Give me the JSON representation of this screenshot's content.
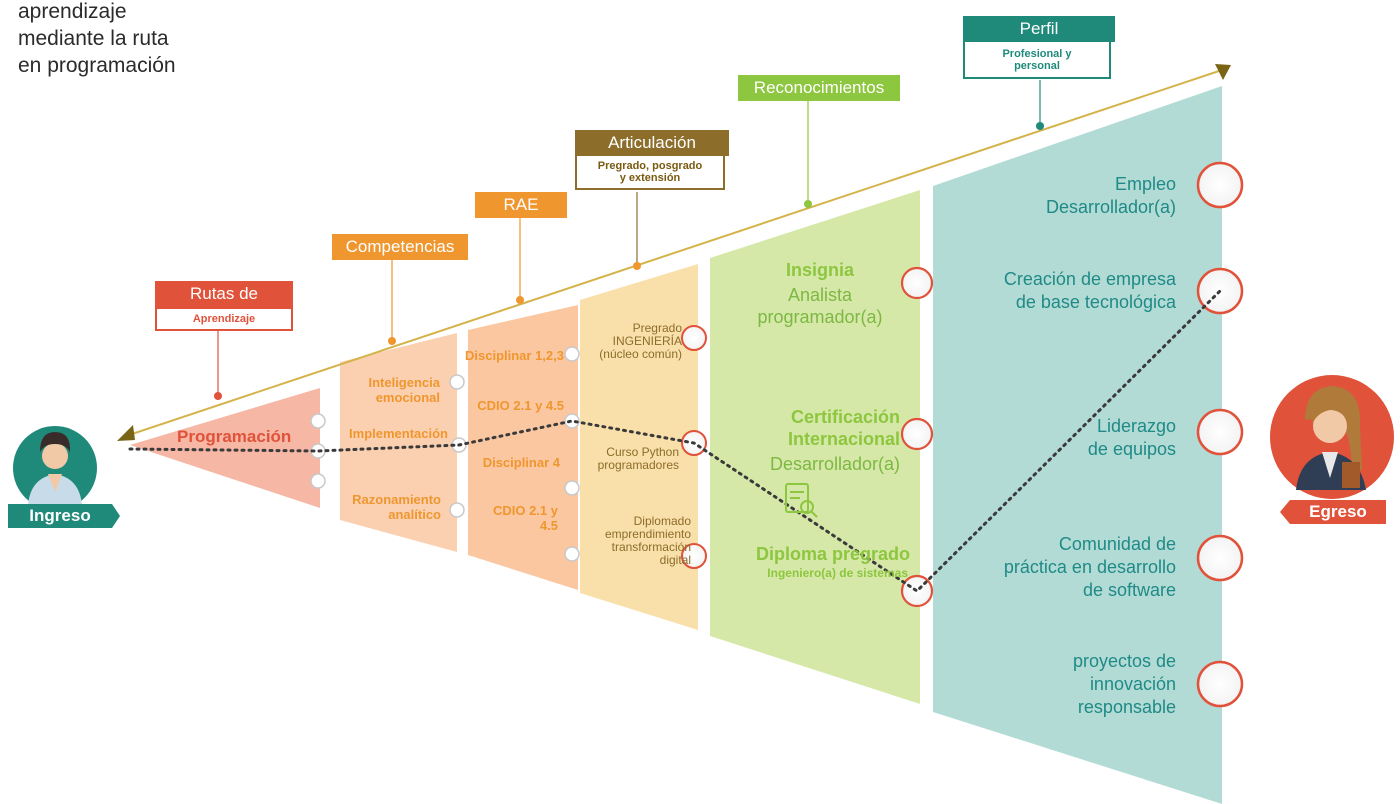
{
  "intro": [
    "aprendizaje",
    "mediante la ruta",
    "en programación"
  ],
  "headers": {
    "rutas": {
      "title": "Rutas de",
      "sub": "Aprendizaje"
    },
    "competencias": {
      "title": "Competencias"
    },
    "rae": {
      "title": "RAE"
    },
    "articulacion": {
      "title": "Articulación",
      "sub1": "Pregrado, posgrado",
      "sub2": "y extensión"
    },
    "reconocimientos": {
      "title": "Reconocimientos"
    },
    "perfil": {
      "title": "Perfil",
      "sub1": "Profesional y",
      "sub2": "personal"
    }
  },
  "stages": {
    "programacion": "Programación",
    "competencias": {
      "item1": [
        "Inteligencia",
        "emocional"
      ],
      "item2": "Implementación",
      "item3": [
        "Razonamiento",
        "analítico"
      ]
    },
    "rae": {
      "item1": "Disciplinar 1,2,3",
      "item2": "CDIO 2.1 y 4.5",
      "item3": "Disciplinar 4",
      "item4": [
        "CDIO 2.1 y",
        "4.5"
      ]
    },
    "articulacion": {
      "item1": [
        "Pregrado",
        "INGENIERÍA",
        "(núcleo común)"
      ],
      "item2": [
        "Curso  Python",
        "programadores"
      ],
      "item3": [
        "Diplomado",
        "emprendimiento",
        "transformación",
        "digital"
      ]
    },
    "reconocimientos": {
      "insignia_title": "Insignia",
      "insignia": [
        "Analista",
        "programador(a)"
      ],
      "cert_title": [
        "Certificación",
        "Internacional"
      ],
      "cert": "Desarrollador(a)",
      "diploma_title": "Diploma pregrado",
      "diploma": "Ingeniero(a) de sistemas"
    },
    "perfil": {
      "item1": [
        "Empleo",
        "Desarrollador(a)"
      ],
      "item2": [
        "Creación de empresa",
        "de base tecnológica"
      ],
      "item3": [
        "Liderazgo",
        "de equipos"
      ],
      "item4": [
        "Comunidad de",
        "práctica en desarrollo",
        "de software"
      ],
      "item5": [
        "proyectos de",
        "innovación",
        "responsable"
      ]
    }
  },
  "ingreso": "Ingreso",
  "egreso": "Egreso",
  "colors": {
    "orange": "#f0962e",
    "red": "#e0523a",
    "brown": "#8c6d2a",
    "green": "#8dc63f",
    "teal": "#1f8a7a",
    "arrow": "#d4b34a"
  }
}
